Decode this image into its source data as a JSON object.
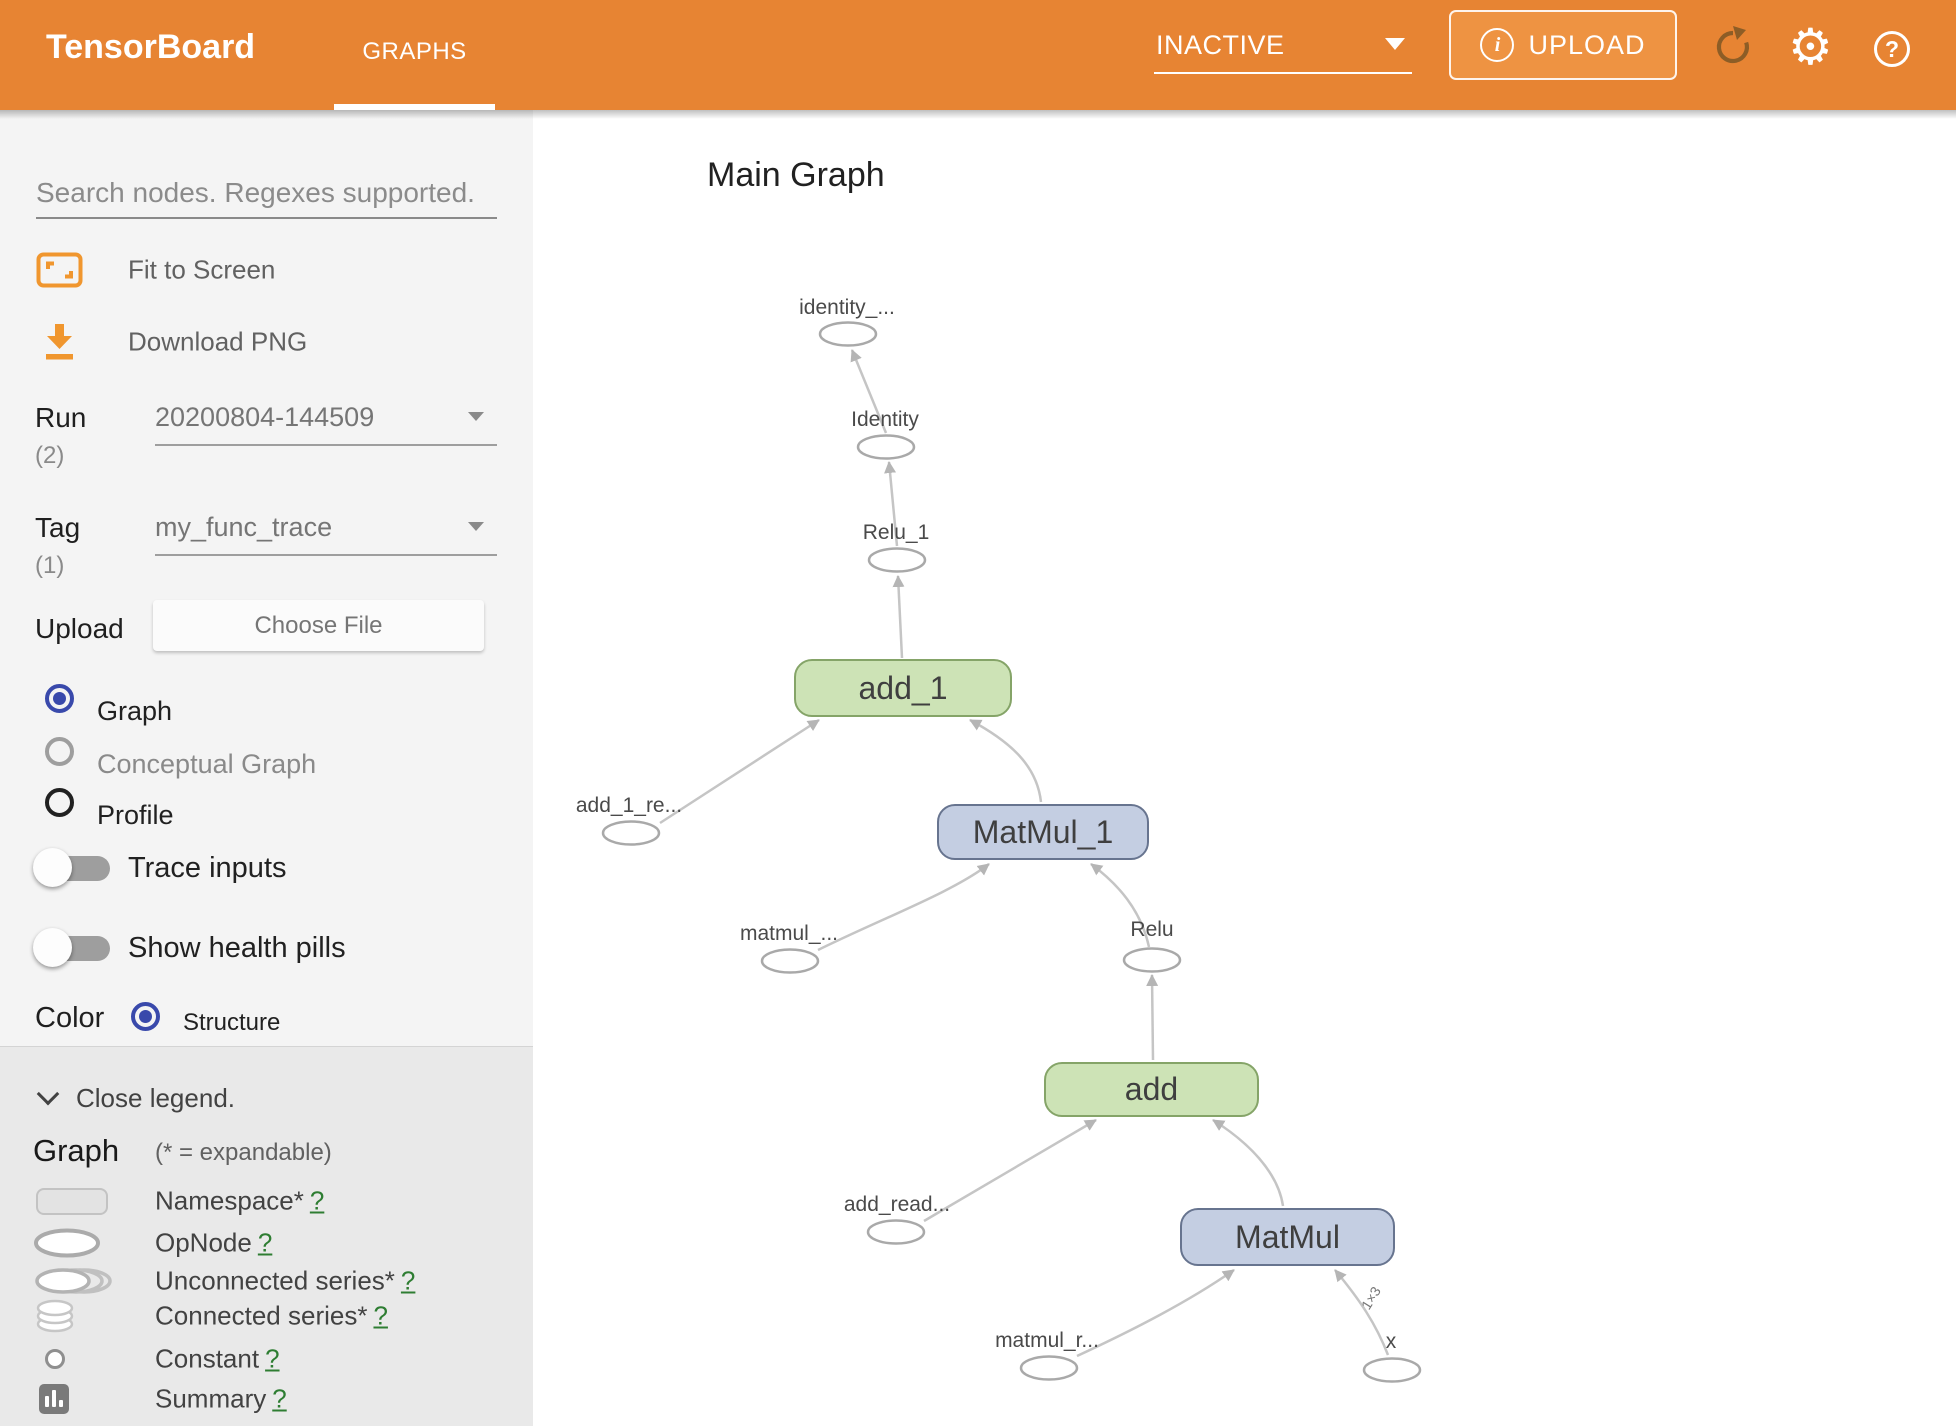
{
  "header": {
    "brand": "TensorBoard",
    "tab": "GRAPHS",
    "env_value": "INACTIVE",
    "upload_label": "UPLOAD"
  },
  "sidebar": {
    "search_placeholder": "Search nodes. Regexes supported.",
    "fit_label": "Fit to Screen",
    "download_label": "Download PNG",
    "run": {
      "label": "Run",
      "count": "(2)",
      "value": "20200804-144509"
    },
    "tag": {
      "label": "Tag",
      "count": "(1)",
      "value": "my_func_trace"
    },
    "upload": {
      "label": "Upload",
      "button": "Choose File"
    },
    "views": [
      {
        "label": "Graph",
        "selected": true
      },
      {
        "label": "Conceptual Graph",
        "selected": false
      },
      {
        "label": "Profile",
        "selected": false
      }
    ],
    "toggles": [
      {
        "label": "Trace inputs",
        "on": false
      },
      {
        "label": "Show health pills",
        "on": false
      }
    ],
    "color": {
      "label": "Color",
      "option": "Structure"
    }
  },
  "legend": {
    "close_label": "Close legend.",
    "heading": "Graph",
    "expandable_note": "(* = expandable)",
    "items": [
      {
        "label": "Namespace*",
        "help": "?",
        "icon": "namespace-swatch"
      },
      {
        "label": "OpNode",
        "help": "?",
        "icon": "opnode-ellipse"
      },
      {
        "label": "Unconnected series*",
        "help": "?",
        "icon": "unconnected-series"
      },
      {
        "label": "Connected series*",
        "help": "?",
        "icon": "connected-series"
      },
      {
        "label": "Constant",
        "help": "?",
        "icon": "constant-circle"
      },
      {
        "label": "Summary",
        "help": "?",
        "icon": "summary-icon"
      }
    ]
  },
  "graph": {
    "title": "Main Graph",
    "boxes": [
      {
        "label": "add_1",
        "kind": "green"
      },
      {
        "label": "MatMul_1",
        "kind": "blue"
      },
      {
        "label": "add",
        "kind": "green"
      },
      {
        "label": "MatMul",
        "kind": "blue"
      }
    ],
    "ops": [
      {
        "label": "identity_..."
      },
      {
        "label": "Identity"
      },
      {
        "label": "Relu_1"
      },
      {
        "label": "add_1_re..."
      },
      {
        "label": "matmul_..."
      },
      {
        "label": "Relu"
      },
      {
        "label": "add_read..."
      },
      {
        "label": "matmul_r..."
      },
      {
        "label": "x"
      }
    ],
    "edge_shape_label": "1×3"
  },
  "colors": {
    "header_orange": "#e78433",
    "upload_button_orange": "#ee9342",
    "node_green_fill": "#cde3b6",
    "node_green_border": "#85a468",
    "node_blue_fill": "#c4cee2",
    "node_blue_border": "#67748f",
    "edge_gray": "#c5c5c5",
    "selected_radio_indigo": "#3949ab",
    "help_link_green": "#2e7d32"
  }
}
